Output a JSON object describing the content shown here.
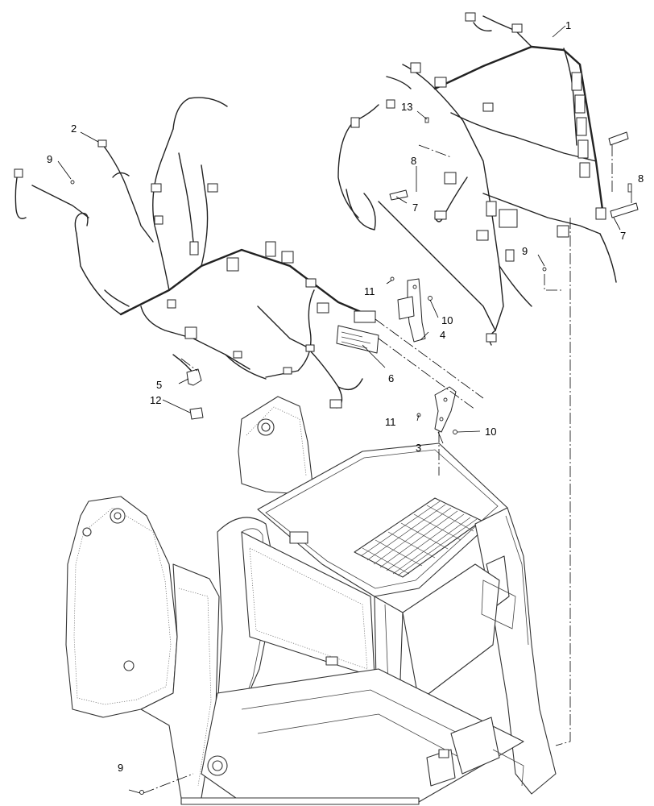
{
  "callouts": {
    "c1": "1",
    "c2": "2",
    "c3": "3",
    "c4": "4",
    "c5": "5",
    "c6": "6",
    "c7a": "7",
    "c7b": "7",
    "c8a": "8",
    "c8b": "8",
    "c9a": "9",
    "c9b": "9",
    "c9c": "9",
    "c10a": "10",
    "c10b": "10",
    "c11a": "11",
    "c11b": "11",
    "c12": "12",
    "c13": "13"
  }
}
